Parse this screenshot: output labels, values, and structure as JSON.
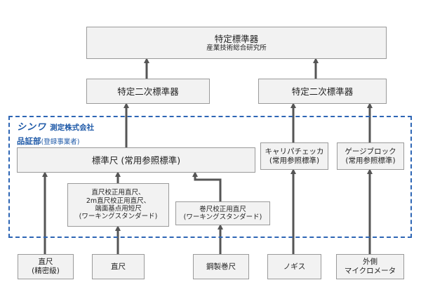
{
  "top": {
    "title": "特定標準器",
    "subtitle": "産業技術総合研究所"
  },
  "secondary_left": "特定二次標準器",
  "secondary_right": "特定二次標準器",
  "company": {
    "logo": "シンワ",
    "name": "測定株式会社",
    "dept": "品証部",
    "registration": "(登録事業者)"
  },
  "reference_scale": "標準尺 (常用参照標準)",
  "working_straight": {
    "line1": "直尺校正用直尺、",
    "line2": "2m直尺校正用直尺、",
    "line3": "端面基点用短尺",
    "line4": "(ワーキングスタンダード)"
  },
  "working_tape": {
    "line1": "巻尺校正用直尺",
    "line2": "(ワーキングスタンダード)"
  },
  "caliper_checker": {
    "line1": "キャリパチェッカ",
    "line2": "(常用参照標準)"
  },
  "gauge_block": {
    "line1": "ゲージブロック",
    "line2": "(常用参照標準)"
  },
  "products": {
    "precision_rule": {
      "line1": "直尺",
      "line2": "(精密級)"
    },
    "rule": "直尺",
    "steel_tape": "鋼製巻尺",
    "vernier": "ノギス",
    "micrometer": {
      "line1": "外側",
      "line2": "マイクロメータ"
    }
  }
}
